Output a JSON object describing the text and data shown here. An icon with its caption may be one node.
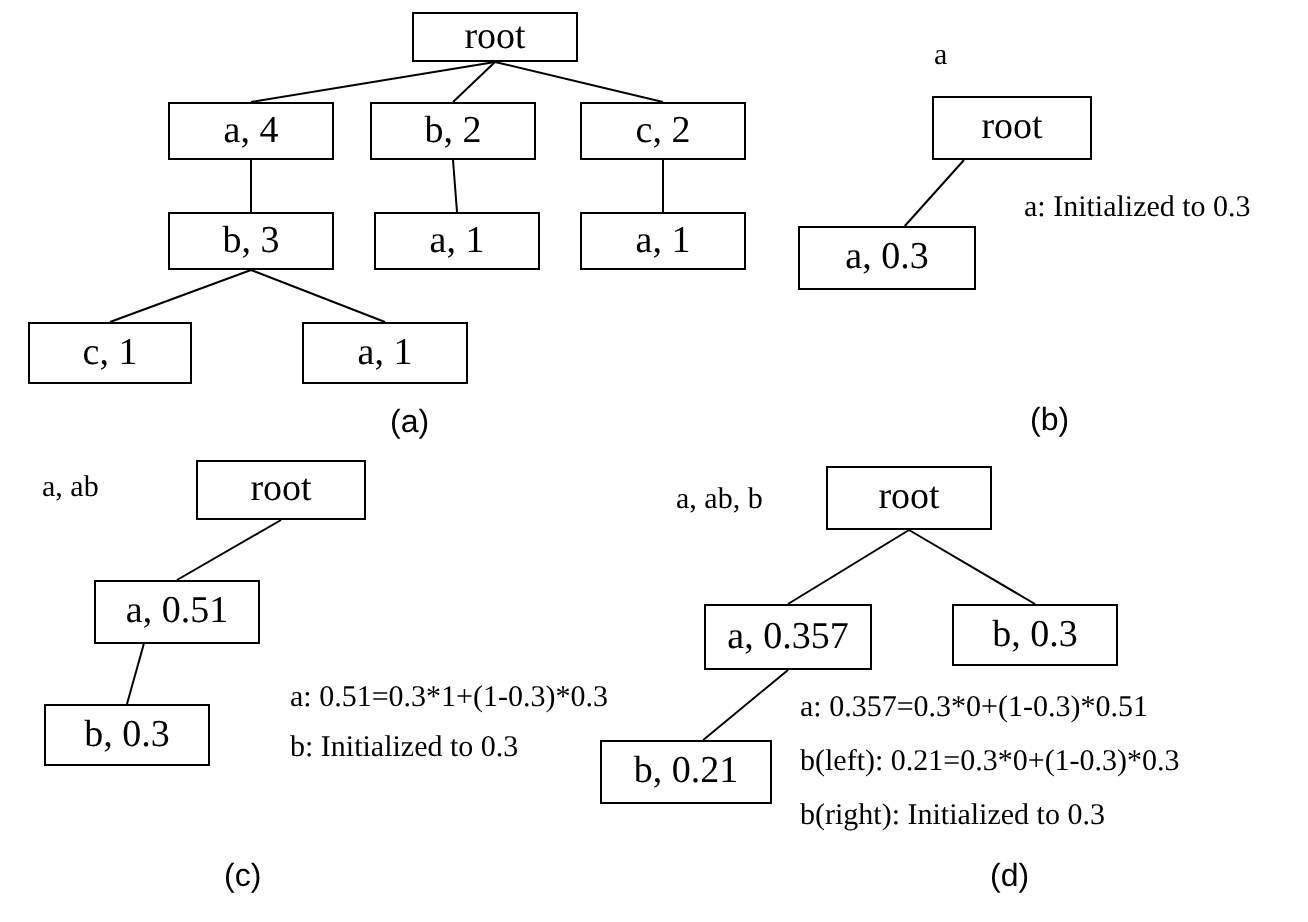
{
  "diagram": {
    "nodes": [
      {
        "text": [
          "root"
        ]
      },
      {
        "text": [
          "a, 4"
        ]
      },
      {
        "text": [
          "b, 2"
        ]
      },
      {
        "text": [
          "c, 2"
        ]
      },
      {
        "text": [
          "b, 3"
        ]
      },
      {
        "text": [
          "a, 1"
        ]
      },
      {
        "text": [
          "a, 1"
        ]
      },
      {
        "text": [
          "c, 1"
        ]
      },
      {
        "text": [
          "a, 1"
        ]
      },
      {
        "text": [
          "root"
        ]
      },
      {
        "text": [
          "a, 0.3"
        ]
      },
      {
        "text": [
          "root"
        ]
      },
      {
        "text": [
          "a, 0.51"
        ]
      },
      {
        "text": [
          "b, 0.3"
        ]
      },
      {
        "text": [
          "root"
        ]
      },
      {
        "text": [
          "a, 0.357"
        ]
      },
      {
        "text": [
          "b, 0.3"
        ]
      },
      {
        "text": [
          "b, 0.21"
        ]
      }
    ],
    "edges": [
      {
        "from": 0,
        "to": 1,
        "arrow": "none"
      },
      {
        "from": 0,
        "to": 2,
        "arrow": "none"
      },
      {
        "from": 0,
        "to": 3,
        "arrow": "none"
      },
      {
        "from": 1,
        "to": 4,
        "arrow": "none"
      },
      {
        "from": 2,
        "to": 5,
        "arrow": "none"
      },
      {
        "from": 3,
        "to": 6,
        "arrow": "none"
      },
      {
        "from": 4,
        "to": 7,
        "arrow": "none"
      },
      {
        "from": 4,
        "to": 8,
        "arrow": "none"
      },
      {
        "from": 9,
        "to": 10,
        "arrow": "none"
      },
      {
        "from": 11,
        "to": 12,
        "arrow": "none"
      },
      {
        "from": 12,
        "to": 13,
        "arrow": "none"
      },
      {
        "from": 14,
        "to": 15,
        "arrow": "none"
      },
      {
        "from": 14,
        "to": 16,
        "arrow": "none"
      },
      {
        "from": 15,
        "to": 17,
        "arrow": "none"
      }
    ],
    "labels": [
      "(a)",
      "a",
      "a: Initialized to 0.3",
      "(b)",
      "a, ab",
      "a: 0.51=0.3*1+(1-0.3)*0.3",
      "b: Initialized to 0.3",
      "(c)",
      "a, ab, b",
      "a: 0.357=0.3*0+(1-0.3)*0.51",
      "b(left): 0.21=0.3*0+(1-0.3)*0.3",
      "b(right): Initialized to 0.3",
      "(d)"
    ]
  }
}
